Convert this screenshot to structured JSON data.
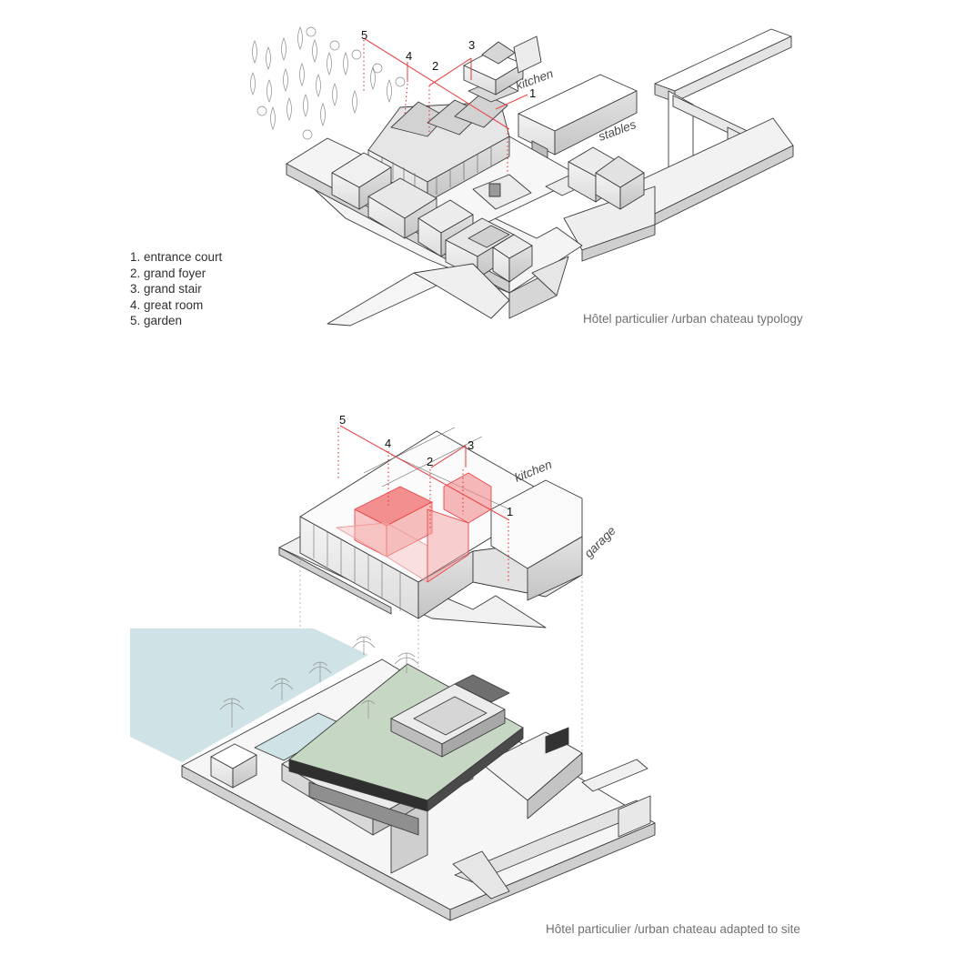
{
  "legend": {
    "items": [
      "1. entrance court",
      "2. grand foyer",
      "3. grand stair",
      "4. great room",
      "5. garden"
    ]
  },
  "top_diagram": {
    "caption": "Hôtel particulier /urban chateau typology",
    "labels": {
      "kitchen": "kitchen",
      "stables": "stables"
    },
    "markers": [
      "1",
      "2",
      "3",
      "4",
      "5"
    ]
  },
  "bottom_diagram": {
    "caption": "Hôtel particulier /urban chateau adapted to site",
    "labels": {
      "kitchen": "kitchen",
      "garage": "garage"
    },
    "markers": [
      "1",
      "2",
      "3",
      "4",
      "5"
    ]
  },
  "colors": {
    "line": "#3a3a3a",
    "highlight": "#e8474a",
    "highlight_fill": "#f28b8b",
    "green_roof": "#c6d8c4",
    "pool_area": "#cfe3e6",
    "caption": "#707070"
  }
}
